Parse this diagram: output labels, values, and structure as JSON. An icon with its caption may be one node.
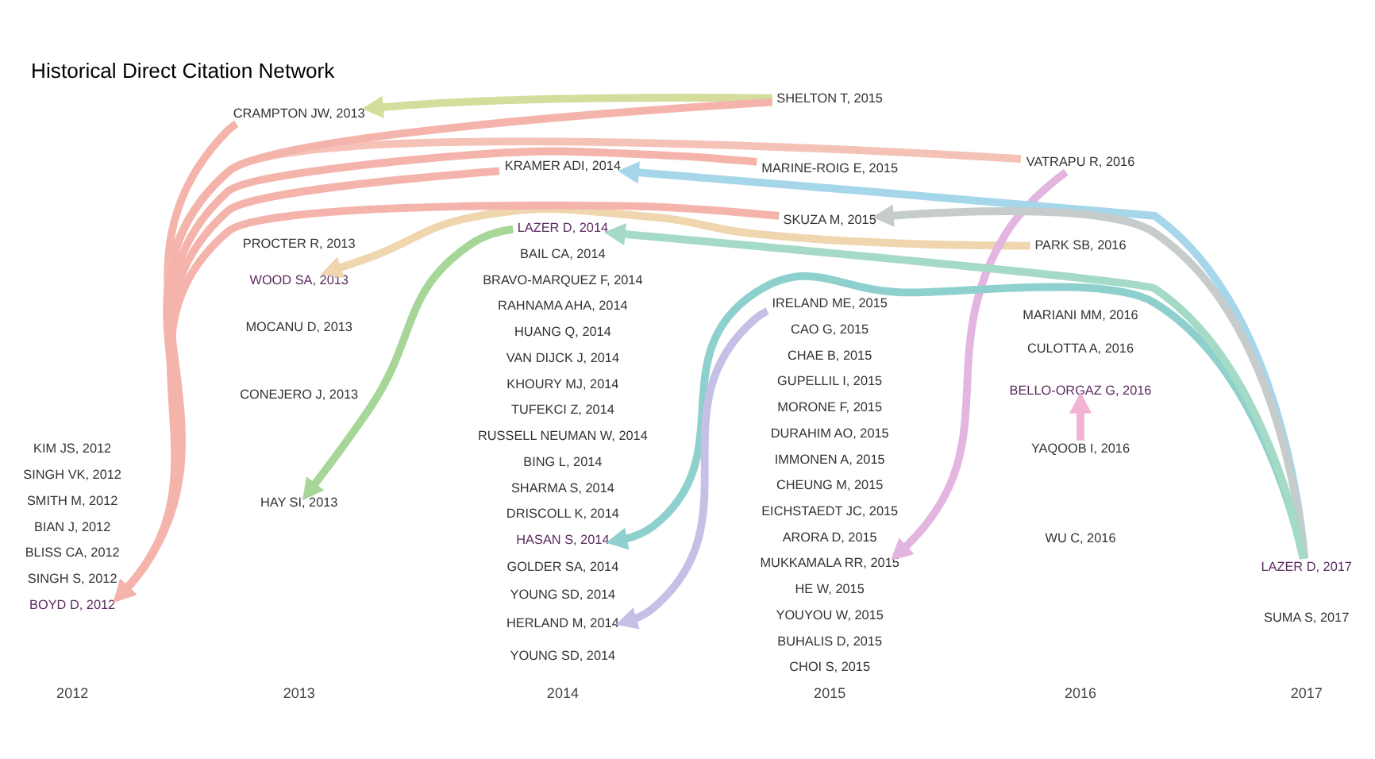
{
  "diagram": {
    "title": "Historical Direct Citation Network",
    "nodes": [
      {
        "text": [
          "CAO G, 2015"
        ]
      },
      {
        "text": [
          "CHAE B, 2015"
        ]
      },
      {
        "text": [
          "BAIL CA, 2014"
        ]
      },
      {
        "text": [
          "GUPELLIL I, 2015"
        ]
      },
      {
        "text": [
          "MARIANI MM, 2016"
        ]
      },
      {
        "text": [
          "BRAVO-MARQUEZ F, 2014"
        ]
      },
      {
        "text": [
          "RAHNAMA AHA, 2014"
        ]
      },
      {
        "text": [
          "PROCTER R, 2013"
        ]
      },
      {
        "text": [
          "HUANG Q, 2014"
        ]
      },
      {
        "text": [
          "MORONE F, 2015"
        ]
      },
      {
        "text": [
          "SINGH S, 2012"
        ]
      },
      {
        "text": [
          "VAN DIJCK J, 2014"
        ]
      },
      {
        "text": [
          "BLISS CA, 2012"
        ]
      },
      {
        "text": [
          "DURAHIM AO, 2015"
        ]
      },
      {
        "text": [
          "BIAN J, 2012"
        ]
      },
      {
        "text": [
          "KHOURY MJ, 2014"
        ]
      },
      {
        "text": [
          "SUMA S, 2017"
        ]
      },
      {
        "text": [
          "IMMONEN A, 2015"
        ]
      },
      {
        "text": [
          "WOOD SA, 2013"
        ]
      },
      {
        "text": [
          "TUFEKCI Z, 2014"
        ]
      },
      {
        "text": [
          "CULOTTA A, 2016"
        ]
      },
      {
        "text": [
          "RUSSELL NEUMAN W, 2014"
        ]
      },
      {
        "text": [
          "CHEUNG M, 2015"
        ]
      },
      {
        "text": [
          "PARK SB, 2016"
        ]
      },
      {
        "text": [
          "SMITH M, 2012"
        ]
      },
      {
        "text": [
          "MOCANU D, 2013"
        ]
      },
      {
        "text": [
          "BING L, 2014"
        ]
      },
      {
        "text": [
          "BELLO-ORGAZ G, 2016"
        ]
      },
      {
        "text": [
          "EICHSTAEDT JC, 2015"
        ]
      },
      {
        "text": [
          "SHARMA S, 2014"
        ]
      },
      {
        "text": [
          "ARORA D, 2015"
        ]
      },
      {
        "text": [
          "YAQOOB I, 2016"
        ]
      },
      {
        "text": [
          "MUKKAMALA RR, 2015"
        ]
      },
      {
        "text": [
          "SINGH VK, 2012"
        ]
      },
      {
        "text": [
          "DRISCOLL K, 2014"
        ]
      },
      {
        "text": [
          "HE W, 2015"
        ]
      },
      {
        "text": [
          "YOUYOU W, 2015"
        ]
      },
      {
        "text": [
          "CRAMPTON JW, 2013"
        ]
      },
      {
        "text": [
          "BUHALIS D, 2015"
        ]
      },
      {
        "text": [
          "VATRAPU R, 2016"
        ]
      },
      {
        "text": [
          "CHOI S, 2015"
        ]
      },
      {
        "text": [
          "SHELTON T, 2015"
        ]
      },
      {
        "text": [
          "BOYD D, 2012"
        ]
      },
      {
        "text": [
          "HASAN S, 2014"
        ]
      },
      {
        "text": [
          "MARINE-ROIG E, 2015"
        ]
      },
      {
        "text": [
          "WU C, 2016"
        ]
      },
      {
        "text": [
          "LAZER D, 2017"
        ]
      },
      {
        "text": [
          "KRAMER ADI, 2014"
        ]
      },
      {
        "text": [
          "SKUZA M, 2015"
        ]
      },
      {
        "text": [
          "CONEJERO J, 2013"
        ]
      },
      {
        "text": [
          "GOLDER SA, 2014"
        ]
      },
      {
        "text": [
          "KIM JS, 2012"
        ]
      },
      {
        "text": [
          "LAZER D, 2014"
        ]
      },
      {
        "text": [
          "YOUNG SD, 2014"
        ]
      },
      {
        "text": [
          "IRELAND ME, 2015"
        ]
      },
      {
        "text": [
          "HERLAND M, 2014"
        ]
      },
      {
        "text": [
          "HAY SI, 2013"
        ]
      },
      {
        "text": [
          "YOUNG SD, 2014"
        ]
      }
    ],
    "edges": [
      {
        "from": 23,
        "to": 18,
        "arrow": "to",
        "color": "#efd6ae"
      },
      {
        "from": 31,
        "to": 27,
        "arrow": "to",
        "color": "#f2b3d4"
      },
      {
        "from": 39,
        "to": 32,
        "arrow": "to",
        "color": "#e3b5e0"
      },
      {
        "from": 39,
        "to": 42,
        "arrow": "to",
        "color": "#f5c2b8"
      },
      {
        "from": 41,
        "to": 37,
        "arrow": "to",
        "color": "#d4dd9c"
      },
      {
        "from": 37,
        "to": 42,
        "arrow": "to",
        "color": "#f4b4ac"
      },
      {
        "from": 41,
        "to": 42,
        "arrow": "to",
        "color": "#f4b4ac"
      },
      {
        "from": 44,
        "to": 42,
        "arrow": "to",
        "color": "#f4b4ac"
      },
      {
        "from": 47,
        "to": 42,
        "arrow": "to",
        "color": "#f4b4ac"
      },
      {
        "from": 48,
        "to": 42,
        "arrow": "to",
        "color": "#f4b4ac"
      },
      {
        "from": 46,
        "to": 43,
        "arrow": "to",
        "color": "#8ed0cd"
      },
      {
        "from": 46,
        "to": 47,
        "arrow": "to",
        "color": "#a6d6ea"
      },
      {
        "from": 46,
        "to": 52,
        "arrow": "to",
        "color": "#a4dac6"
      },
      {
        "from": 46,
        "to": 48,
        "arrow": "to",
        "color": "#c6cccc"
      },
      {
        "from": 52,
        "to": 56,
        "arrow": "to",
        "color": "#a6d698"
      },
      {
        "from": 54,
        "to": 55,
        "arrow": "to",
        "color": "#c6bfe6"
      }
    ],
    "labels": [
      "2012",
      "2013",
      "2014",
      "2015",
      "2016",
      "2017"
    ]
  }
}
